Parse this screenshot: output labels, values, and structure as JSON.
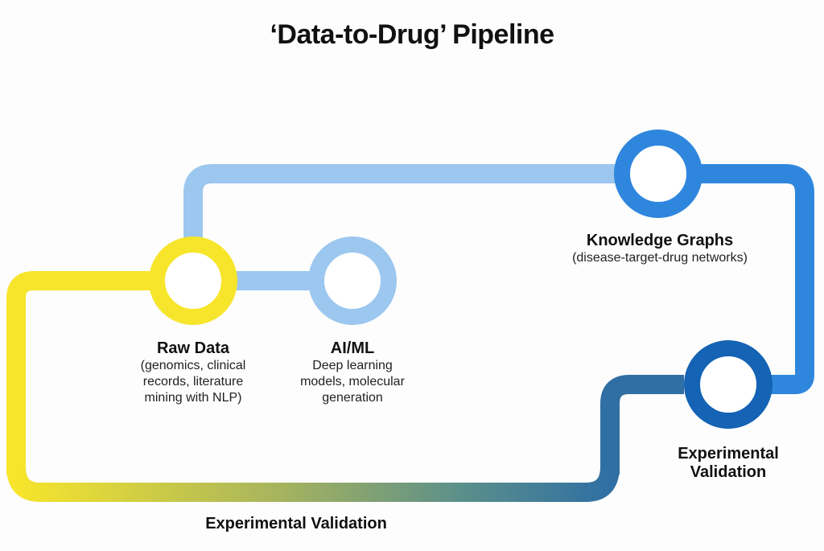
{
  "title": "‘Data-to-Drug’ Pipeline",
  "colors": {
    "yellow": "#f7e52b",
    "light_blue": "#9cc7ef",
    "mid_blue": "#2f87dd",
    "dark_blue": "#1463b4",
    "teal_blue": "#2f6fa3"
  },
  "nodes": [
    {
      "id": "raw-data",
      "title": "Raw Data",
      "lines": [
        "(genomics, clinical",
        "records, literature",
        "mining with NLP)"
      ],
      "color": "#f7e52b"
    },
    {
      "id": "ai-ml",
      "title": "AI/ML",
      "lines": [
        "Deep learning",
        "models, molecular",
        "generation"
      ],
      "color": "#9cc7ef"
    },
    {
      "id": "knowledge-graphs",
      "title": "Knowledge Graphs",
      "lines": [
        "(disease-target-drug networks)"
      ],
      "color": "#2f87dd"
    },
    {
      "id": "experimental-validation",
      "title_lines": [
        "Experimental",
        "Validation"
      ],
      "color": "#1463b4"
    }
  ],
  "bottom_label": "Experimental Validation"
}
